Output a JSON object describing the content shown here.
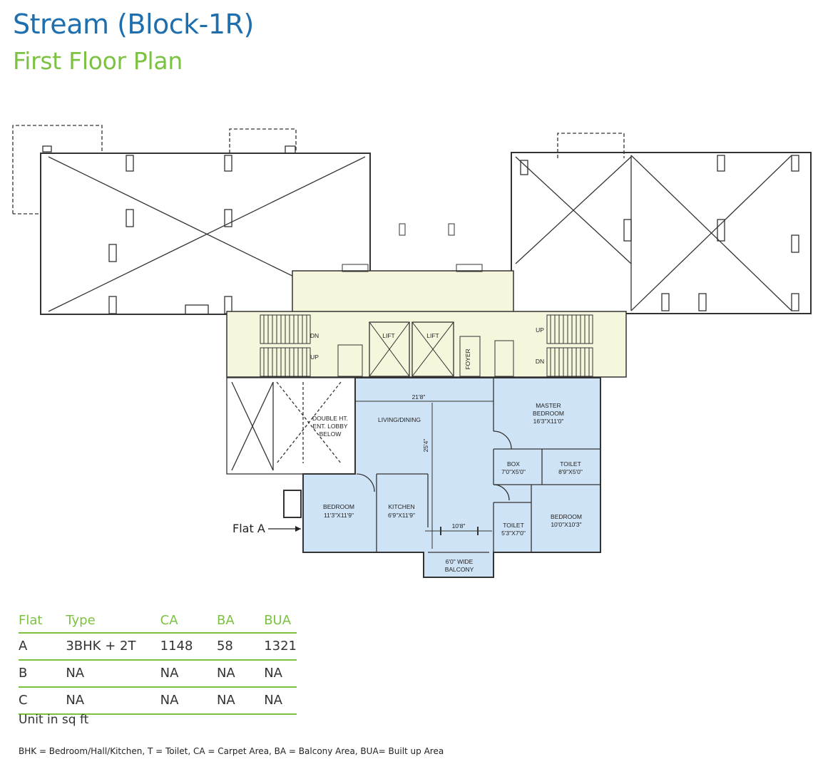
{
  "header": {
    "title": "Stream (Block-1R)",
    "subtitle": "First Floor Plan"
  },
  "plan": {
    "flat_pointer": "Flat A",
    "rooms": {
      "living": "LIVING/DINING",
      "dim_21": "21'8\"",
      "dim_25": "25'4\"",
      "master_bedroom": "MASTER",
      "master_bedroom_2": "BEDROOM",
      "master_size": "16'3\"X11'0\"",
      "box": "BOX",
      "box_size": "7'0\"X5'0\"",
      "toilet1": "TOILET",
      "toilet1_size": "8'9\"X5'0\"",
      "bedroom1": "BEDROOM",
      "bedroom1_size": "11'3\"X11'9\"",
      "kitchen": "KITCHEN",
      "kitchen_size": "6'9\"X11'9\"",
      "dim_10": "10'8\"",
      "toilet2": "TOILET",
      "toilet2_size": "5'3\"X7'0\"",
      "bedroom2": "BEDROOM",
      "bedroom2_size": "10'0\"X10'3\"",
      "balcony1": "6'0\" WIDE",
      "balcony2": "BALCONY",
      "lobby1": "DOUBLE HT.",
      "lobby2": "ENT. LOBBY",
      "lobby3": "BELOW",
      "lift1": "LIFT",
      "lift2": "LIFT",
      "foyer": "FOYER",
      "dn_left": "DN",
      "up_left": "UP",
      "up_right": "UP",
      "dn_right": "DN"
    },
    "colors": {
      "flat_fill": "#cfe3f6",
      "common_fill": "#f6f6dc",
      "line": "#333333"
    }
  },
  "table": {
    "headers": [
      "Flat",
      "Type",
      "CA",
      "BA",
      "BUA"
    ],
    "rows": [
      [
        "A",
        "3BHK + 2T",
        "1148",
        "58",
        "1321"
      ],
      [
        "B",
        "NA",
        "NA",
        "NA",
        "NA"
      ],
      [
        "C",
        "NA",
        "NA",
        "NA",
        "NA"
      ]
    ],
    "unit_note": "Unit in sq ft"
  },
  "legend": "BHK = Bedroom/Hall/Kitchen, T = Toilet, CA = Carpet Area, BA = Balcony Area, BUA= Built up Area"
}
